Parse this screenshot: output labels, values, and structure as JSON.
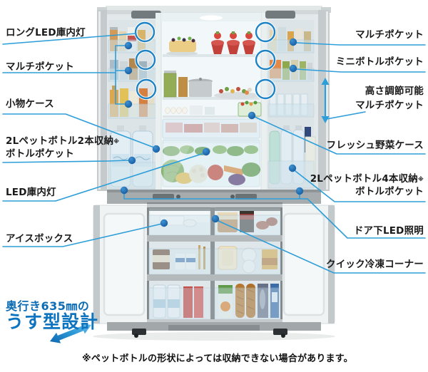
{
  "diagram": {
    "title_context": "refrigerator-feature-callouts",
    "left_labels": [
      {
        "text": "ロングLED庫内灯"
      },
      {
        "text": "マルチポケット"
      },
      {
        "text": "小物ケース"
      },
      {
        "text": "2Lペットボトル2本収納",
        "sup": "※",
        "text2": "ボトルポケット"
      },
      {
        "text": "LED庫内灯"
      },
      {
        "text": "アイスボックス"
      }
    ],
    "right_labels": [
      {
        "text": "マルチポケット"
      },
      {
        "text": "ミニボトルポケット"
      },
      {
        "text": "高さ調節可能",
        "text2": "マルチポケット"
      },
      {
        "text": "フレッシュ野菜ケース"
      },
      {
        "text": "2Lペットボトル4本収納",
        "sup": "※",
        "text2": "ボトルポケット"
      },
      {
        "text": "ドア下LED照明"
      },
      {
        "text": "クイック冷凍コーナー"
      }
    ],
    "depth_feature": {
      "line1": "奥行き635㎜の",
      "line2": "うす型設計"
    },
    "footnote": "※ペットボトルの形状によっては収納できない場合があります。",
    "colors": {
      "callout_line": "#2e9ed9",
      "callout_dot": "#1463a8",
      "highlight_ring": "#1d82c6",
      "feature_text_blue": "#0c6cb5",
      "label_text": "#1a1a1a",
      "cabinet_silver": "#c5cacc",
      "interior_white": "#f2f8f9"
    }
  }
}
